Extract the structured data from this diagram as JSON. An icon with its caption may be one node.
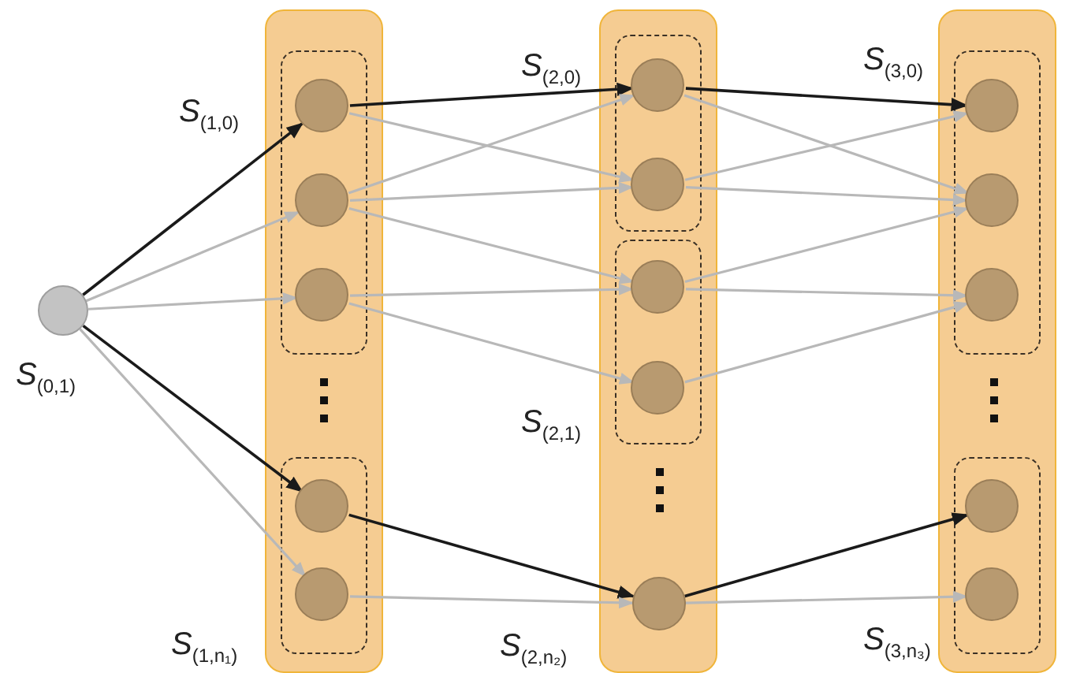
{
  "diagram": {
    "nodes": [
      {
        "text": [],
        "shape": "circle",
        "beside": [
          "*S*$_{(0,1)}$"
        ]
      },
      {
        "text": [],
        "shape": "bar"
      },
      {
        "text": [
          "*S*$_{(1,0)}$"
        ],
        "in": 1
      },
      {
        "text": [],
        "shape": "circle",
        "in": 2
      },
      {
        "text": [],
        "shape": "circle",
        "in": 2
      },
      {
        "text": [],
        "shape": "circle",
        "in": 2
      },
      {
        "text": [
          "*S*$_{(1,n₁)}$"
        ],
        "in": 1
      },
      {
        "text": [],
        "shape": "circle",
        "in": 6
      },
      {
        "text": [],
        "shape": "circle",
        "in": 6
      },
      {
        "text": [],
        "shape": "bar"
      },
      {
        "text": [
          "*S*$_{(2,0)}$"
        ],
        "in": 9
      },
      {
        "text": [],
        "shape": "circle",
        "in": 10
      },
      {
        "text": [],
        "shape": "circle",
        "in": 10
      },
      {
        "text": [
          "*S*$_{(2,1)}$"
        ],
        "in": 9
      },
      {
        "text": [],
        "shape": "circle",
        "in": 13
      },
      {
        "text": [],
        "shape": "circle",
        "in": 13
      },
      {
        "text": [],
        "shape": "circle",
        "in": 9,
        "beside": [
          "*S*$_{(2,n₂)}$"
        ]
      },
      {
        "text": [],
        "shape": "bar"
      },
      {
        "text": [
          "*S*$_{(3,0)}$"
        ],
        "in": 17
      },
      {
        "text": [],
        "shape": "circle",
        "in": 18
      },
      {
        "text": [],
        "shape": "circle",
        "in": 18
      },
      {
        "text": [],
        "shape": "circle",
        "in": 18
      },
      {
        "text": [
          "*S*$_{(3,n₃)}$"
        ],
        "in": 17
      },
      {
        "text": [],
        "shape": "circle",
        "in": 22
      },
      {
        "text": [],
        "shape": "circle",
        "in": 22
      }
    ],
    "edges": [
      {
        "from": 0,
        "to": 3,
        "arrow": "to",
        "color": "#1a1a1a"
      },
      {
        "from": 0,
        "to": 4,
        "arrow": "to"
      },
      {
        "from": 0,
        "to": 5,
        "arrow": "to"
      },
      {
        "from": 0,
        "to": 7,
        "arrow": "to",
        "color": "#1a1a1a"
      },
      {
        "from": 0,
        "to": 8,
        "arrow": "to"
      },
      {
        "from": 3,
        "to": 11,
        "arrow": "to",
        "color": "#1a1a1a"
      },
      {
        "from": 3,
        "to": 12,
        "arrow": "to"
      },
      {
        "from": 4,
        "to": 11,
        "arrow": "to"
      },
      {
        "from": 4,
        "to": 12,
        "arrow": "to"
      },
      {
        "from": 4,
        "to": 14,
        "arrow": "to"
      },
      {
        "from": 5,
        "to": 14,
        "arrow": "to"
      },
      {
        "from": 5,
        "to": 15,
        "arrow": "to"
      },
      {
        "from": 7,
        "to": 16,
        "arrow": "to",
        "color": "#1a1a1a"
      },
      {
        "from": 8,
        "to": 16,
        "arrow": "to"
      },
      {
        "from": 11,
        "to": 19,
        "arrow": "to",
        "color": "#1a1a1a"
      },
      {
        "from": 11,
        "to": 20,
        "arrow": "to"
      },
      {
        "from": 12,
        "to": 19,
        "arrow": "to"
      },
      {
        "from": 12,
        "to": 20,
        "arrow": "to"
      },
      {
        "from": 14,
        "to": 20,
        "arrow": "to"
      },
      {
        "from": 14,
        "to": 21,
        "arrow": "to"
      },
      {
        "from": 15,
        "to": 21,
        "arrow": "to"
      },
      {
        "from": 16,
        "to": 23,
        "arrow": "to",
        "color": "#1a1a1a"
      },
      {
        "from": 16,
        "to": 24,
        "arrow": "to"
      }
    ]
  }
}
